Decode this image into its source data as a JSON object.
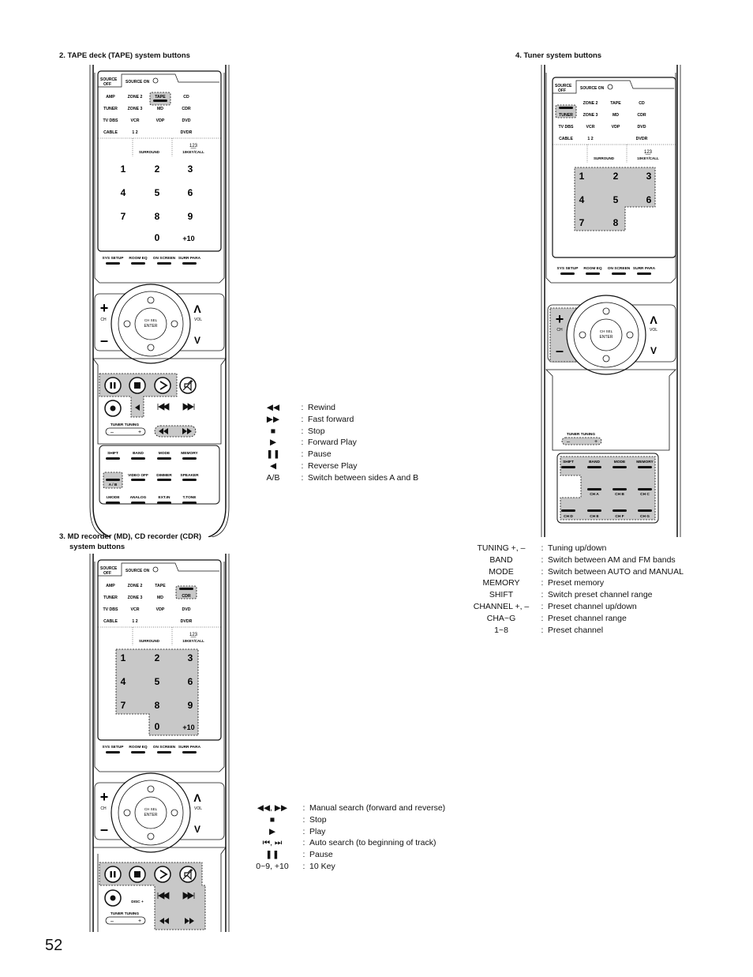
{
  "page_number": "52",
  "sections": {
    "tape": {
      "title": "2. TAPE deck (TAPE) system buttons",
      "legend": [
        {
          "symbol": "◀◀",
          "desc": "Rewind"
        },
        {
          "symbol": "▶▶",
          "desc": "Fast forward"
        },
        {
          "symbol": "■",
          "desc": "Stop"
        },
        {
          "symbol": "▶",
          "desc": "Forward Play"
        },
        {
          "symbol": "❚❚",
          "desc": "Pause"
        },
        {
          "symbol": "◀",
          "desc": "Reverse Play"
        },
        {
          "symbol": "A/B",
          "desc": "Switch between sides A and B"
        }
      ]
    },
    "md_cdr": {
      "title_line1": "3. MD recorder (MD), CD recorder (CDR)",
      "title_line2": "system buttons",
      "legend": [
        {
          "symbol": "◀◀, ▶▶",
          "desc": "Manual search (forward and reverse)"
        },
        {
          "symbol": "■",
          "desc": "Stop"
        },
        {
          "symbol": "▶",
          "desc": "Play"
        },
        {
          "symbol": "⏮, ⏭",
          "desc": "Auto search (to beginning of track)"
        },
        {
          "symbol": "❚❚",
          "desc": "Pause"
        },
        {
          "symbol": "0~9, +10",
          "desc": "10 Key"
        }
      ]
    },
    "tuner": {
      "title": "4. Tuner system buttons",
      "legend": [
        {
          "symbol": "TUNING +, –",
          "desc": "Tuning up/down"
        },
        {
          "symbol": "BAND",
          "desc": "Switch between AM and FM bands"
        },
        {
          "symbol": "MODE",
          "desc": "Switch between AUTO and MANUAL"
        },
        {
          "symbol": "MEMORY",
          "desc": "Preset memory"
        },
        {
          "symbol": "SHIFT",
          "desc": "Switch preset channel range"
        },
        {
          "symbol": "CHANNEL +, –",
          "desc": "Preset channel up/down"
        },
        {
          "symbol": "CHA~G",
          "desc": "Preset channel range"
        },
        {
          "symbol": "1~8",
          "desc": "Preset channel"
        }
      ]
    }
  },
  "remote_labels": {
    "source_off_1": "SOURCE",
    "source_off_2": "OFF",
    "source_on": "SOURCE ON",
    "amp": "AMP",
    "zone2": "ZONE 2",
    "tape": "TAPE",
    "cd": "CD",
    "tuner": "TUNER",
    "zone3": "ZONE 3",
    "md": "MD",
    "cdr": "CDR",
    "tvdbs": "TV DBS",
    "vcr": "VCR",
    "vdp": "VDP",
    "dvd": "DVD",
    "cable": "CABLE",
    "one_two": "1  2",
    "dvdr": "DVDR",
    "surround": "SURROUND",
    "tenkey": "10KEY/CALL",
    "tenkey_icon": "1̲2̲3",
    "digits": [
      "1",
      "2",
      "3",
      "4",
      "5",
      "6",
      "7",
      "8",
      "9"
    ],
    "zero": "0",
    "plus10": "+10",
    "sys_setup": "SYS SETUP",
    "room_eq": "ROOM EQ",
    "on_screen": "ON SCREEN",
    "surr_para": "SURR PARA",
    "ch": "CH",
    "vol": "VOL",
    "ch_sel": "CH SEL",
    "enter": "ENTER",
    "plus": "+",
    "minus": "–",
    "up": "Λ",
    "down": "V",
    "tuner_tuning": "TUNER TUNING",
    "shift": "SHIFT",
    "band": "BAND",
    "mode": "MODE",
    "memory": "MEMORY",
    "ab": "A / B",
    "video_off": "VIDEO OFF",
    "dimmer": "DIMMER",
    "speaker": "SPEAKER",
    "imode": "I.MODE",
    "analog": "ANALOG",
    "ext_in": "EXT.IN",
    "tone": "T.TONE",
    "disc": "DISC +",
    "cha": "CH A",
    "chb": "CH B",
    "chc": "CH C",
    "chd": "CH D",
    "che": "CH E",
    "chf": "CH F",
    "chg": "CH G"
  }
}
